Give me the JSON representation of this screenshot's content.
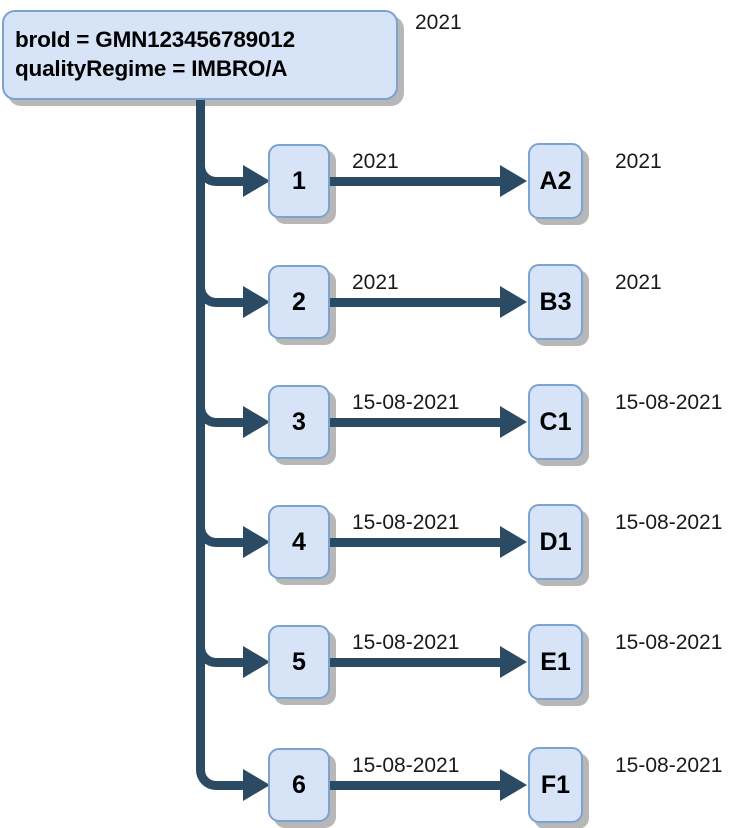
{
  "diagram": {
    "title_label": "2021",
    "header": {
      "line1": "broId = GMN123456789012",
      "line2": "qualityRegime = IMBRO/A"
    },
    "colors": {
      "box_fill": "#D7E4F7",
      "box_border": "#7BA3CF",
      "connector": "#2B4A63",
      "shadow": "#AAAAAA",
      "text": "#000000"
    },
    "rows": [
      {
        "source": "1",
        "target": "A2",
        "edge_label": "2021",
        "side_label": "2021"
      },
      {
        "source": "2",
        "target": "B3",
        "edge_label": "2021",
        "side_label": "2021"
      },
      {
        "source": "3",
        "target": "C1",
        "edge_label": "15-08-2021",
        "side_label": "15-08-2021"
      },
      {
        "source": "4",
        "target": "D1",
        "edge_label": "15-08-2021",
        "side_label": "15-08-2021"
      },
      {
        "source": "5",
        "target": "E1",
        "edge_label": "15-08-2021",
        "side_label": "15-08-2021"
      },
      {
        "source": "6",
        "target": "F1",
        "edge_label": "15-08-2021",
        "side_label": "15-08-2021"
      }
    ]
  }
}
